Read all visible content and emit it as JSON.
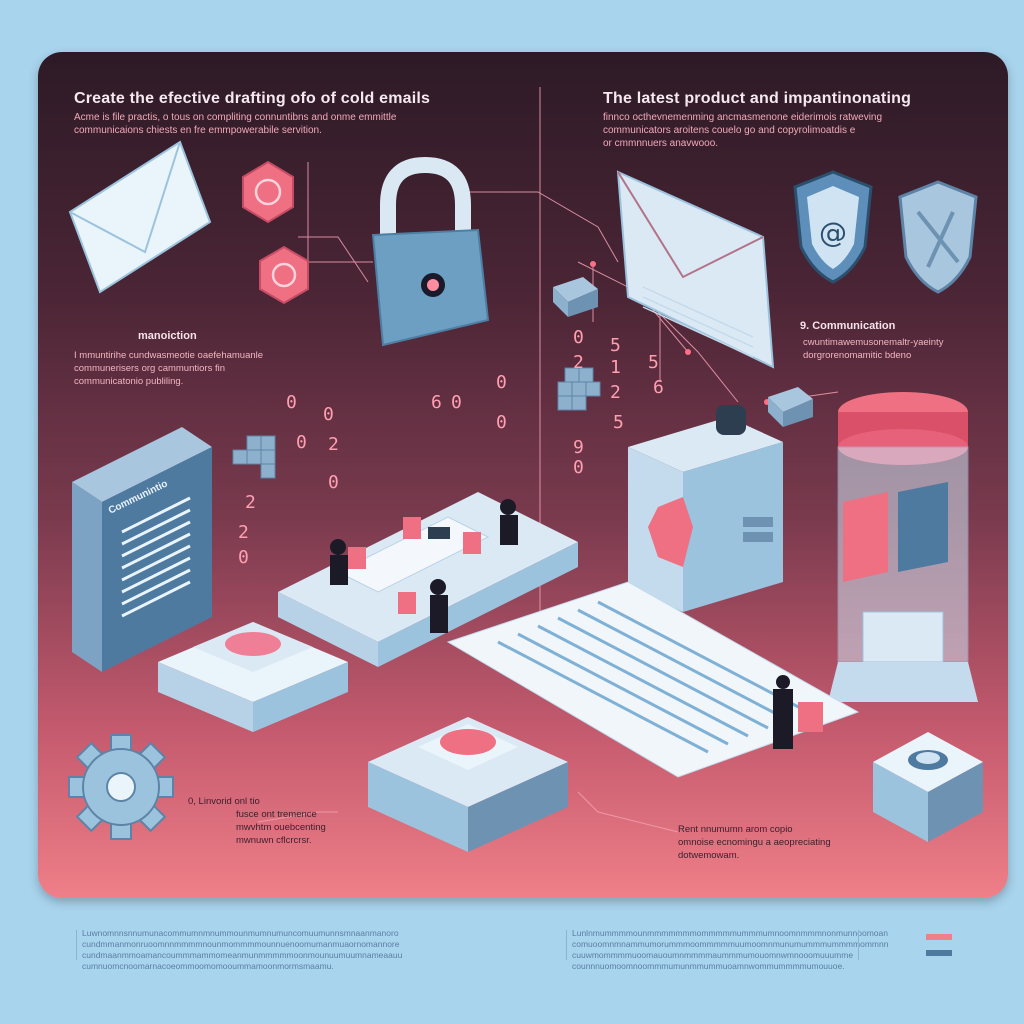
{
  "header_left": {
    "title": "Create the efective drafting ofo of cold emails",
    "sub1": "Acme is file practis, o tous on compliting connuntibns and onme emmittle",
    "sub2": "communicaions chiests en fre emmpowerabile servition."
  },
  "header_right": {
    "title": "The latest product and impantinonating",
    "sub1": "finnco octhevnemenming ancmasmenone eiderimois ratweving",
    "sub2": "communicators aroitens couelo go and copyrolimoatdis e",
    "sub3": "or cmmnnuers anavwooo."
  },
  "left_mid": {
    "label": "manoiction",
    "line1": "I mmuntirihe cundwasmeotie oaefehamuanle",
    "line2": "communerisers org cammuntiors fin",
    "line3": "communicatonio publiling."
  },
  "right_mid": {
    "label": "9. Communication",
    "line1": "cwuntimawemusonemaltr-yaeinty",
    "line2": "dorgrorenomamitic bdeno"
  },
  "sign": {
    "label": "Communintio"
  },
  "digits": [
    "0",
    "0",
    "0",
    "2",
    "0",
    "2",
    "6",
    "0",
    "0",
    "0",
    "0",
    "2",
    "5",
    "1",
    "2",
    "5",
    "9",
    "0",
    "5",
    "6",
    "2",
    "0"
  ],
  "bottom_left": {
    "line1": "0, Linvorid onl tio",
    "line2": "fusce ont tremence",
    "line3": "mwvhtm ouebcenting",
    "line4": "mwnuwn cflcrcrsr."
  },
  "bottom_right": {
    "line1": "Rent nnumumn arom copio",
    "line2": "omnoise ecnomingu a aeopreciating",
    "line3": "dotwemowam."
  },
  "footer": {
    "col1": [
      "Luwnomnnsnnumunacommumnmnummounmumnumuncomuumunnsmnaanmanoro",
      "cundmmanmonruoomnnmmmmnounmommmmounnuenoomumanmuaornomannore",
      "cundmaanmmoamancoummmammomeanmunmmmmmoonmounuumuumnameaauu",
      "cumnuomcnoomarnacoeommoomomooummamoonmormsmaamu."
    ],
    "col2": [
      "Lunlnmummmmounmmmmmmmommmmmummmumnoomnmmmnonmunnoomoan",
      "comuoomnmnammumorummmoommmmmuumoomnmunumummmummmmommnn",
      "cuuwmommmmuoomauoumnmmmmaummmumouomnwmnooomuuumme",
      "counnnuomoomnoommmumunmmummuoamnwommummmmumouuoe."
    ]
  },
  "colors": {
    "accent_pink": "#ef7f88",
    "accent_blue": "#7fb0d6",
    "panel_dark": "#2d1a26"
  }
}
